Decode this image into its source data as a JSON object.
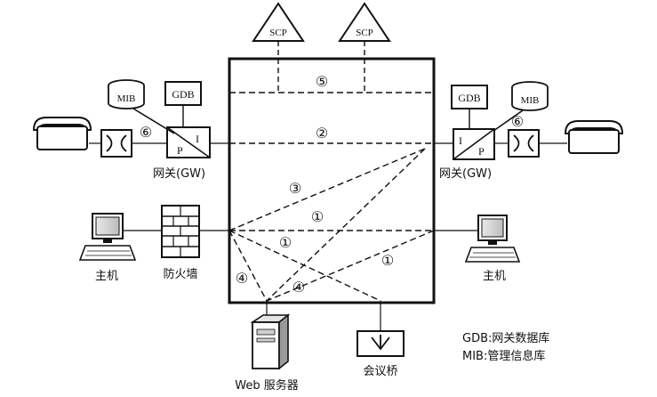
{
  "scp": [
    "SCP",
    "SCP"
  ],
  "gdb": [
    "GDB",
    "GDB"
  ],
  "mib": [
    "MIB",
    "MIB"
  ],
  "gateway": {
    "left_label": "网关(GW)",
    "right_label": "网关(GW)",
    "left_ports": [
      "P",
      "I"
    ],
    "right_ports": [
      "I",
      "P"
    ]
  },
  "circled": {
    "n1": "①",
    "n2": "②",
    "n3": "③",
    "n4": "④",
    "n5": "⑤",
    "n6": "⑥"
  },
  "labels": {
    "host_left": "主机",
    "host_right": "主机",
    "firewall": "防火墙",
    "web_server": "Web 服务器",
    "conference_bridge": "会议桥"
  },
  "legend": [
    "GDB:网关数据库",
    "MIB:管理信息库"
  ]
}
